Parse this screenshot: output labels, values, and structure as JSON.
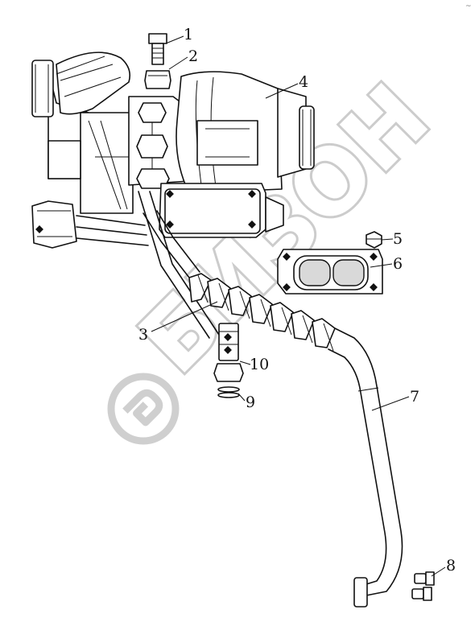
{
  "diagram": {
    "callouts": [
      {
        "id": "c1",
        "label": "1"
      },
      {
        "id": "c2",
        "label": "2"
      },
      {
        "id": "c3",
        "label": "3"
      },
      {
        "id": "c4",
        "label": "4"
      },
      {
        "id": "c5",
        "label": "5"
      },
      {
        "id": "c6",
        "label": "6"
      },
      {
        "id": "c7",
        "label": "7"
      },
      {
        "id": "c8",
        "label": "8"
      },
      {
        "id": "c9",
        "label": "9"
      },
      {
        "id": "c10",
        "label": "10"
      }
    ],
    "corner_mark": "~"
  },
  "watermark": {
    "text": "БИЗОН"
  }
}
